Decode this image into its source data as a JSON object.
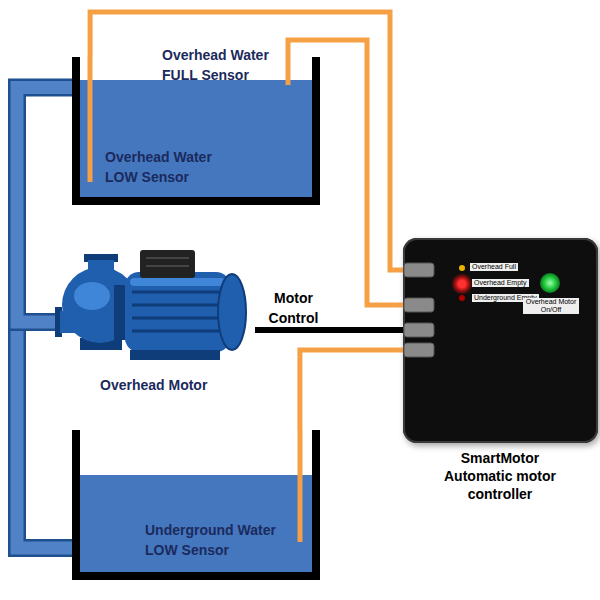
{
  "diagram": {
    "nodes": [
      {
        "text": [
          "Overhead Water FULL Sensor",
          "Overhead Water LOW Sensor"
        ]
      },
      {
        "text": [
          "Overhead Motor"
        ]
      },
      {
        "text": [
          "Overhead Full",
          "Overhead Empty",
          "Underground Empty",
          "Overhead Motor On/Off",
          "SmartMotor Automatic motor controller"
        ]
      },
      {
        "text": [
          "Underground Water LOW Sensor"
        ]
      }
    ],
    "edges": [
      {
        "from": 0,
        "to": 2,
        "arrow": "none"
      },
      {
        "from": 0,
        "to": 2,
        "arrow": "none"
      },
      {
        "from": 1,
        "to": 2,
        "label": "Motor Control",
        "arrow": "none"
      },
      {
        "from": 3,
        "to": 2,
        "arrow": "none"
      },
      {
        "from": 3,
        "to": 1,
        "arrow": "none"
      },
      {
        "from": 1,
        "to": 0,
        "arrow": "none"
      }
    ]
  }
}
